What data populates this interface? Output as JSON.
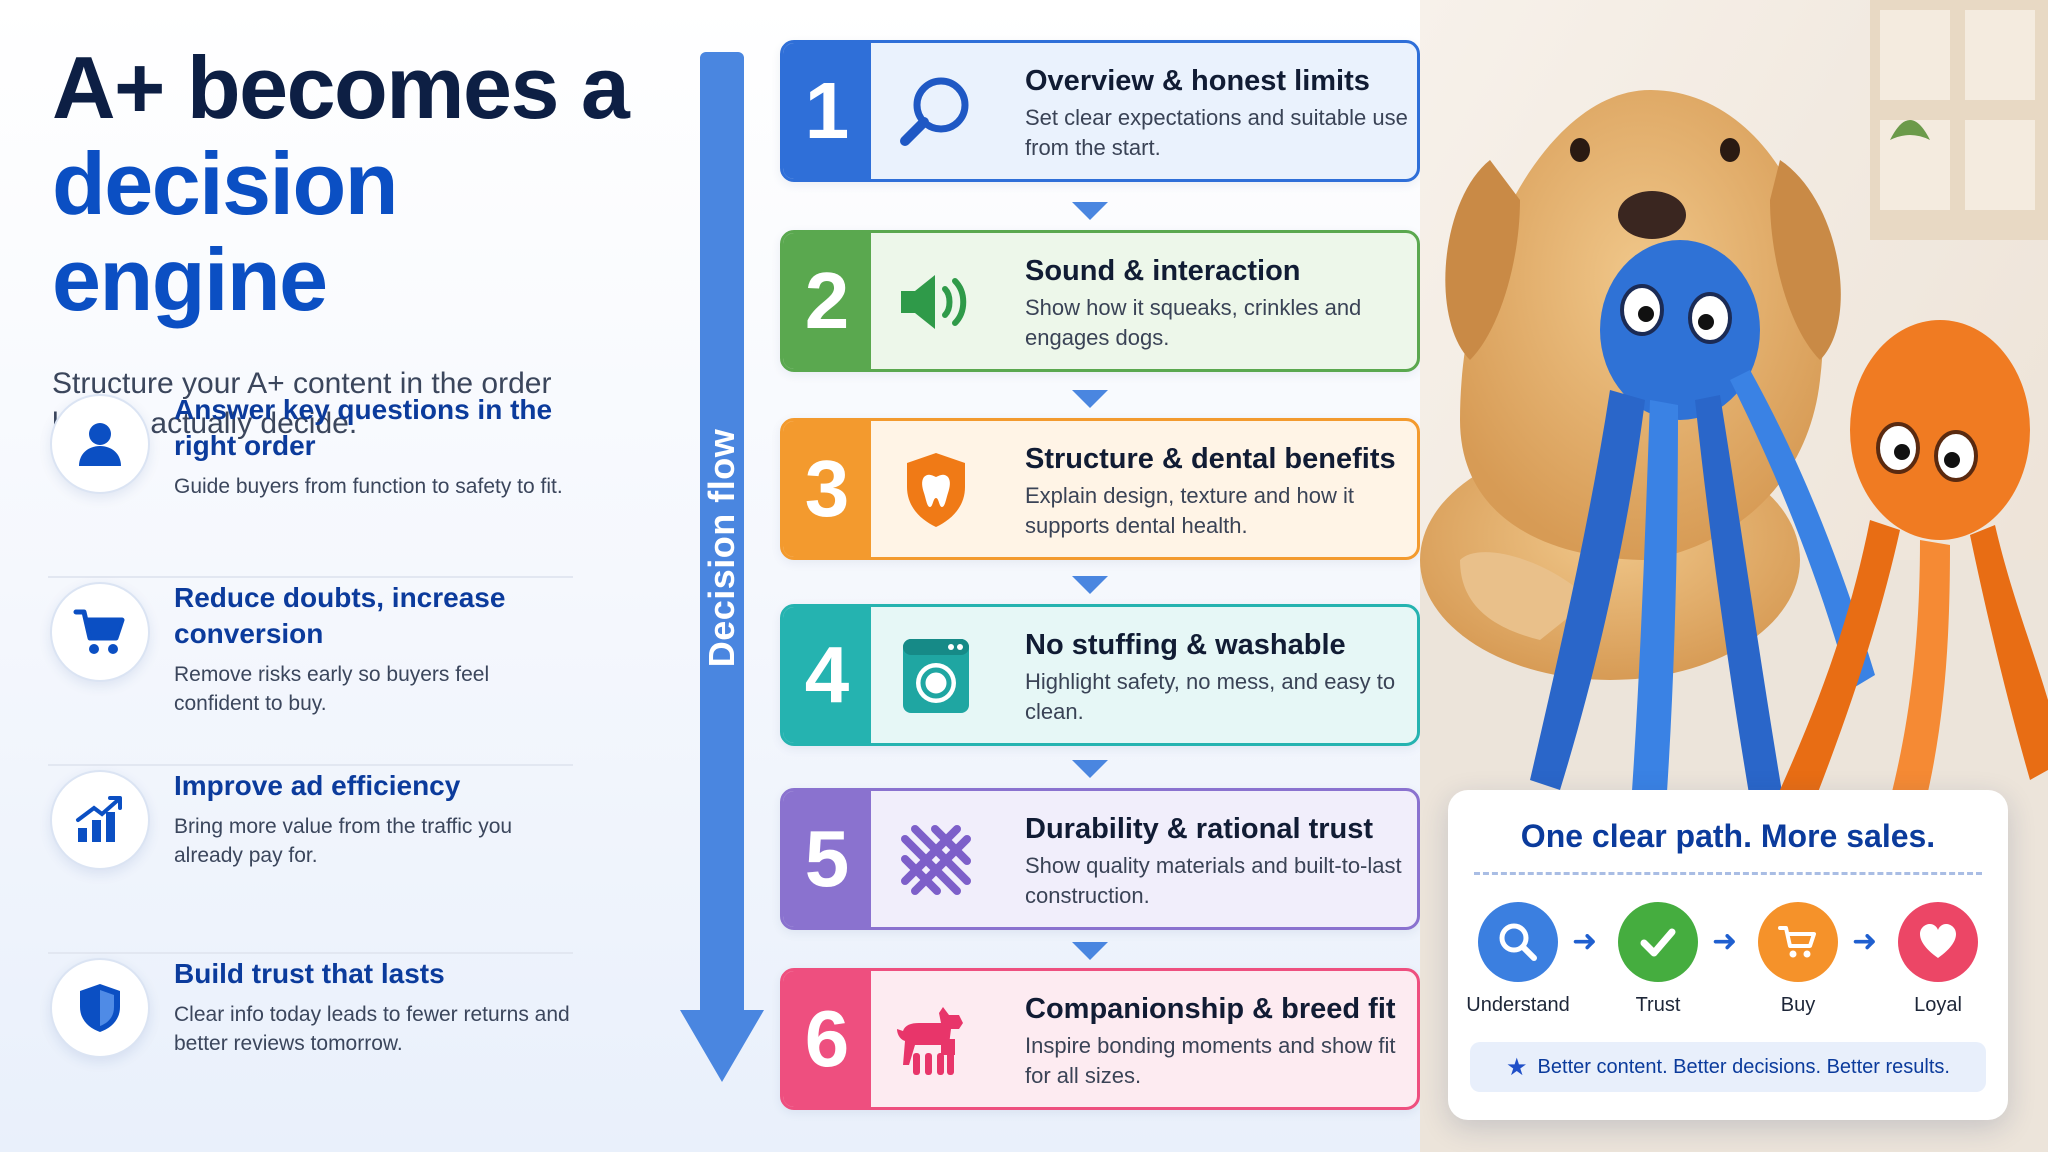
{
  "headline": {
    "line1": "A+ becomes a",
    "line2": "decision engine"
  },
  "subtitle": "Structure your A+ content in the order buyers actually decide.",
  "benefits": [
    {
      "icon": "user-icon",
      "title": "Answer key questions in the right order",
      "desc": "Guide buyers from function to safety to fit."
    },
    {
      "icon": "cart-icon",
      "title": "Reduce doubts, increase conversion",
      "desc": "Remove risks early so buyers feel confident to buy."
    },
    {
      "icon": "chart-up-icon",
      "title": "Improve ad efficiency",
      "desc": "Bring more value from the traffic you already pay for."
    },
    {
      "icon": "shield-icon",
      "title": "Build trust that lasts",
      "desc": "Clear info today leads to fewer returns and better reviews tomorrow."
    }
  ],
  "flow_label": "Decision flow",
  "steps": [
    {
      "num": "1",
      "icon": "search-icon",
      "color": "#2f6fd8",
      "bg": "#eaf2fd",
      "title": "Overview & honest limits",
      "desc": "Set clear expectations and suitable use from the start."
    },
    {
      "num": "2",
      "icon": "speaker-icon",
      "color": "#5aa84f",
      "bg": "#edf7ea",
      "title": "Sound & interaction",
      "desc": "Show how it squeaks, crinkles and engages dogs."
    },
    {
      "num": "3",
      "icon": "tooth-shield-icon",
      "color": "#f39a2e",
      "bg": "#fff4e6",
      "title": "Structure & dental benefits",
      "desc": "Explain design, texture and how it supports dental health."
    },
    {
      "num": "4",
      "icon": "washing-machine-icon",
      "color": "#25b3b0",
      "bg": "#e6f7f6",
      "title": "No stuffing & washable",
      "desc": "Highlight safety, no mess, and easy to clean."
    },
    {
      "num": "5",
      "icon": "weave-icon",
      "color": "#8a72cf",
      "bg": "#f1eefb",
      "title": "Durability & rational trust",
      "desc": "Show quality materials and built-to-last construction."
    },
    {
      "num": "6",
      "icon": "dog-icon",
      "color": "#ee4f7f",
      "bg": "#fdebf1",
      "title": "Companionship & breed fit",
      "desc": "Inspire bonding moments and show fit for all sizes."
    }
  ],
  "path_card": {
    "title": "One clear path. More sales.",
    "steps": [
      {
        "icon": "search-icon",
        "label": "Understand",
        "color": "#3b7fe0"
      },
      {
        "icon": "check-icon",
        "label": "Trust",
        "color": "#45ad3f"
      },
      {
        "icon": "cart-icon",
        "label": "Buy",
        "color": "#f5922a"
      },
      {
        "icon": "heart-icon",
        "label": "Loyal",
        "color": "#ec4666"
      }
    ],
    "footer": "Better content. Better decisions. Better results."
  }
}
